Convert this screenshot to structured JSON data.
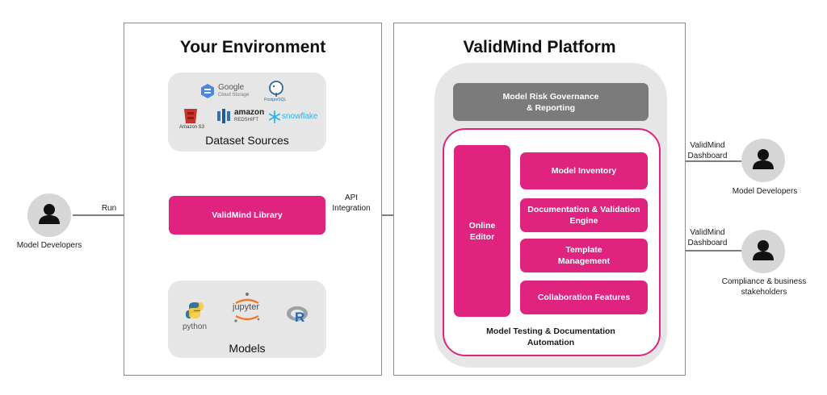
{
  "environment": {
    "title": "Your Environment",
    "dataset_sources_label": "Dataset Sources",
    "models_label": "Models",
    "library_label": "ValidMind Library",
    "logos": {
      "google": "Google",
      "google_sub": "Cloud Storage",
      "postgres": "PostgreSQL",
      "amazon_s3": "Amazon S3",
      "amazon_redshift": "amazon",
      "amazon_redshift_sub": "REDSHIFT",
      "snowflake": "snowflake",
      "python": "python",
      "jupyter": "jupyter",
      "r": "R"
    }
  },
  "platform": {
    "title": "ValidMind Platform",
    "governance_label": "Model Risk Governance\n& Reporting",
    "online_editor_label": "Online Editor",
    "model_inventory_label": "Model Inventory",
    "doc_validation_label": "Documentation & Validation Engine",
    "template_label": "Template Management",
    "collaboration_label": "Collaboration Features",
    "testing_label": "Model Testing & Documentation Automation"
  },
  "left_actor": {
    "label": "Model Developers",
    "arrow_label": "Run"
  },
  "api_label": "API Integration",
  "right_actors": [
    {
      "label": "Model Developers",
      "arrow_label": "ValidMind Dashboard"
    },
    {
      "label": "Compliance & business stakeholders",
      "arrow_label": "ValidMind Dashboard"
    }
  ],
  "colors": {
    "accent": "#e0237f",
    "gray_box": "#7b7b7b",
    "panel": "#e6e6e6"
  }
}
